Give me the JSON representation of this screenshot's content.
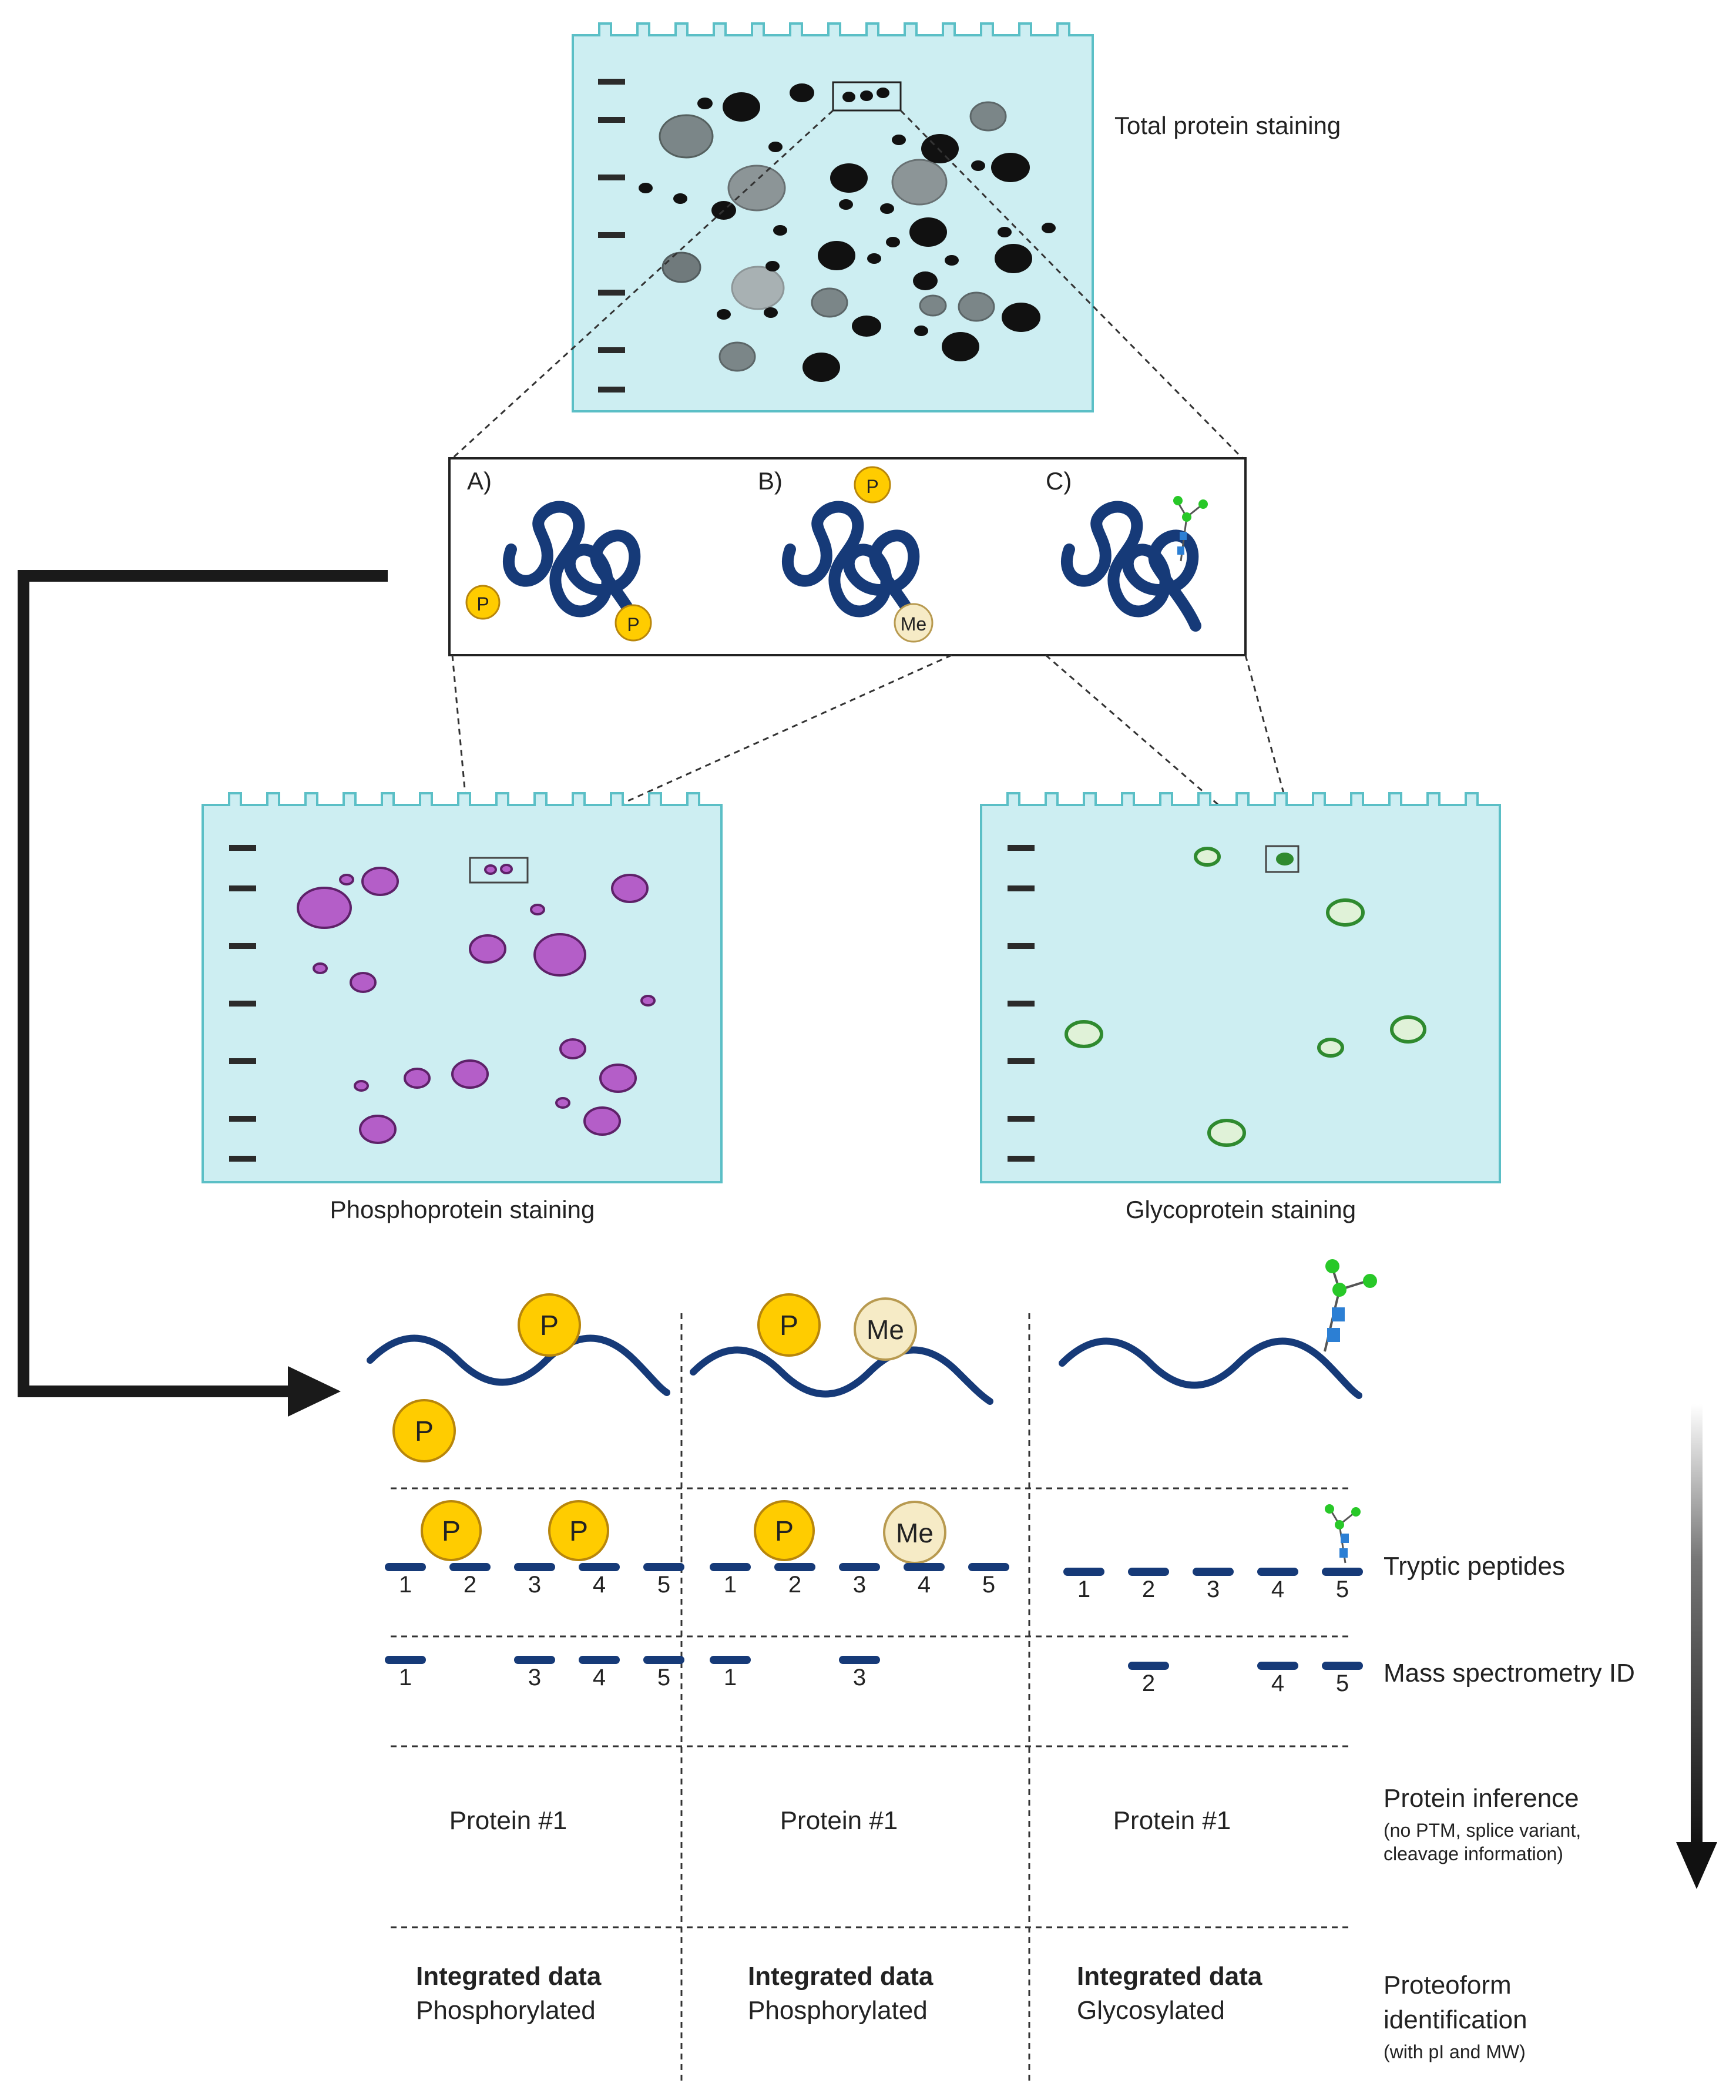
{
  "gels": {
    "total": {
      "label": "Total protein staining"
    },
    "phospho": {
      "label": "Phosphoprotein staining"
    },
    "glyco": {
      "label": "Glycoprotein staining"
    }
  },
  "inset": {
    "panels": [
      {
        "label": "A)"
      },
      {
        "label": "B)"
      },
      {
        "label": "C)"
      }
    ]
  },
  "badges": {
    "phospho": "P",
    "methyl": "Me"
  },
  "columns": [
    {
      "tryptic": [
        "1",
        "2",
        "3",
        "4",
        "5"
      ],
      "ms_id": [
        "1",
        "3",
        "4",
        "5"
      ],
      "protein": "Protein #1",
      "integrated_title": "Integrated data",
      "integrated_value": "Phosphorylated"
    },
    {
      "tryptic": [
        "1",
        "2",
        "3",
        "4",
        "5"
      ],
      "ms_id": [
        "1",
        "3"
      ],
      "protein": "Protein #1",
      "integrated_title": "Integrated data",
      "integrated_value": "Phosphorylated"
    },
    {
      "tryptic": [
        "1",
        "2",
        "3",
        "4",
        "5"
      ],
      "ms_id": [
        "2",
        "4",
        "5"
      ],
      "protein": "Protein #1",
      "integrated_title": "Integrated data",
      "integrated_value": "Glycosylated"
    }
  ],
  "rows": {
    "tryptic": "Tryptic peptides",
    "ms": "Mass spectrometry ID",
    "inference_title": "Protein inference",
    "inference_note_1": "(no PTM, splice variant,",
    "inference_note_2": "cleavage information)",
    "proteoform_1": "Proteoform",
    "proteoform_2": "identification",
    "proteoform_note": "(with pI and MW)"
  },
  "colors": {
    "gel_fill": "#cdeef2",
    "gel_stroke": "#5bbfc6",
    "protein": "#163a78",
    "phospho_fill": "#ffcc00",
    "phospho_stroke": "#b8860b",
    "methyl_fill": "#f6ebc6",
    "methyl_stroke": "#b89a50",
    "purple_spot": "#b45ec8",
    "green_spot": "#2f8a2f",
    "glycan_green": "#28c828",
    "glycan_blue": "#2c7fd4"
  }
}
